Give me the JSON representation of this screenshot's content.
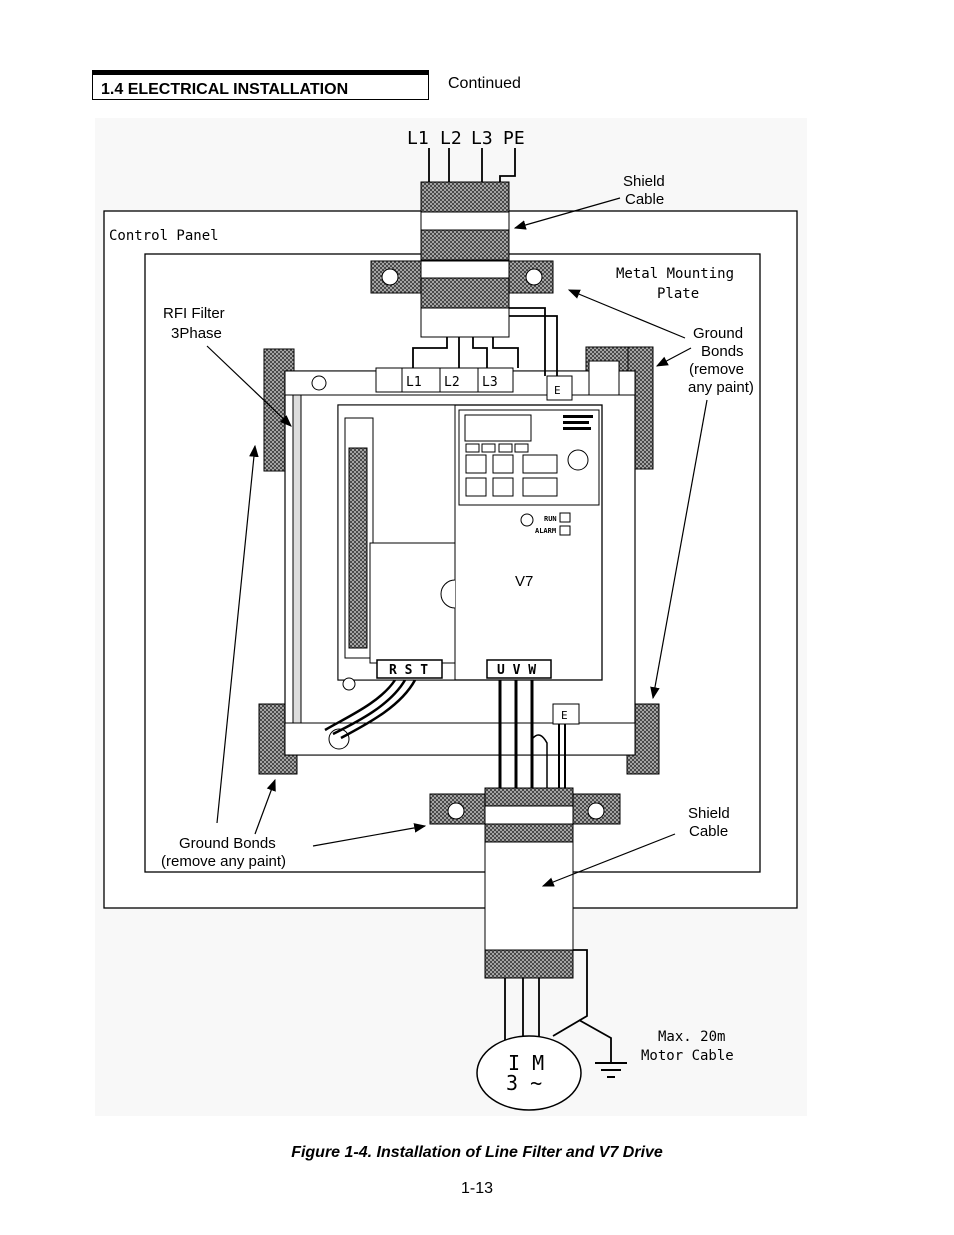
{
  "header": {
    "section": "1.4   ELECTRICAL INSTALLATION",
    "continued": "Continued"
  },
  "diagram": {
    "supply": {
      "l1": "L1",
      "l2": "L2",
      "l3": "L3",
      "pe": "PE"
    },
    "shield_cable_top": [
      "Shield",
      "Cable"
    ],
    "control_panel": "Control Panel",
    "metal_plate": [
      "Metal Mounting",
      "Plate"
    ],
    "rfi_filter": [
      "RFI Filter",
      "3Phase"
    ],
    "ground_bonds_right": [
      "Ground",
      "Bonds",
      "(remove",
      "any paint)"
    ],
    "filter_terminals": [
      "L1",
      "L2",
      "L3"
    ],
    "earth": "E",
    "drive_name": "V7",
    "input_terminals": "R S T",
    "output_terminals": "U V W",
    "run_label": "RUN",
    "alarm_label": "ALARM",
    "ground_bonds_bottom": [
      "Ground Bonds",
      "(remove any paint)"
    ],
    "shield_cable_bottom": [
      "Shield",
      "Cable"
    ],
    "motor": [
      "I M",
      "3 ~"
    ],
    "motor_cable": [
      "Max. 20m",
      "Motor Cable"
    ]
  },
  "caption": "Figure 1-4.  Installation of Line Filter and V7 Drive",
  "page_number": "1-13"
}
